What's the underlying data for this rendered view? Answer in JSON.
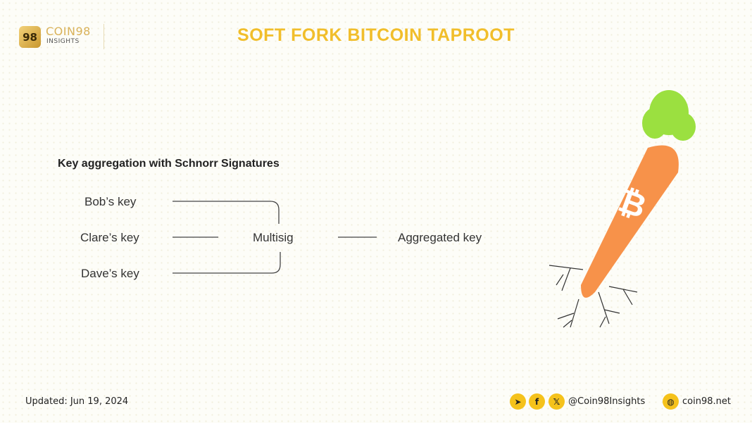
{
  "brand": {
    "logo_mark": "98",
    "name": "COIN98",
    "sub": "INSIGHTS"
  },
  "title": "SOFT FORK BITCOIN TAPROOT",
  "diagram": {
    "heading": "Key aggregation with Schnorr Signatures",
    "inputs": [
      "Bob’s key",
      "Clare’s key",
      "Dave’s key"
    ],
    "middle": "Multisig",
    "output": "Aggregated key"
  },
  "illustration": {
    "icon": "bitcoin-carrot-icon",
    "colors": {
      "carrot": "#f7924a",
      "leaves": "#9be040"
    }
  },
  "footer": {
    "updated": "Updated: Jun 19, 2024",
    "handle": "@Coin98Insights",
    "website": "coin98.net",
    "icons": [
      "telegram-icon",
      "facebook-icon",
      "x-icon",
      "globe-icon"
    ],
    "accent": "#f5c21b"
  }
}
